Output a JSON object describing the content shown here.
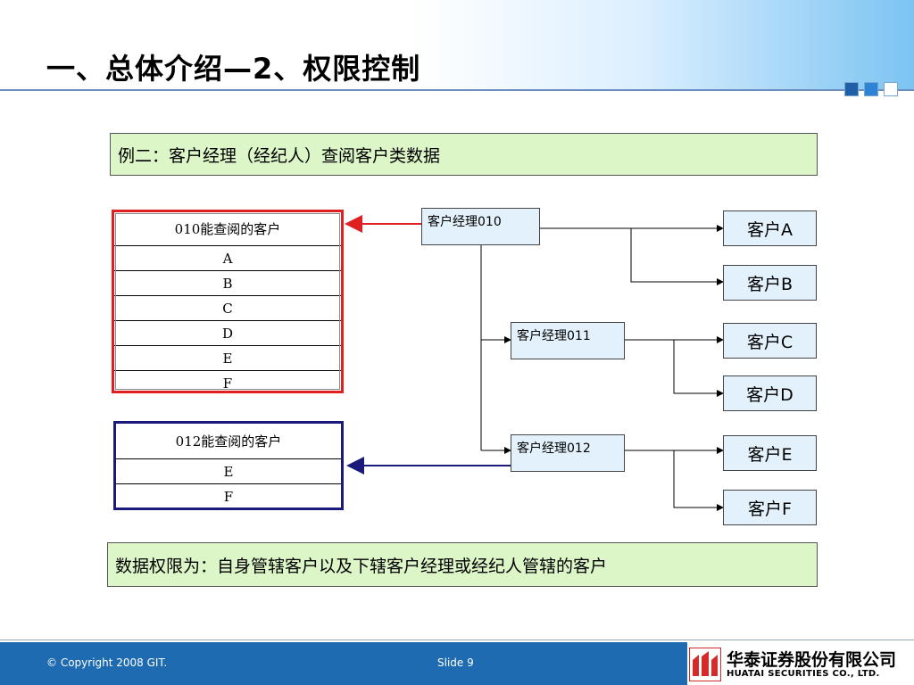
{
  "slide": {
    "title": "一、总体介绍—2、权限控制",
    "example_note": "例二：客户经理（经纪人）查阅客户类数据",
    "summary_note": "数据权限为：自身管辖客户以及下辖客户经理或经纪人管辖的客户"
  },
  "managers": {
    "m010": "客户经理010",
    "m011": "客户经理011",
    "m012": "客户经理012"
  },
  "customers": {
    "a": "客户A",
    "b": "客户B",
    "c": "客户C",
    "d": "客户D",
    "e": "客户E",
    "f": "客户F"
  },
  "list_010": {
    "header": "010能查阅的客户",
    "rows": [
      "A",
      "B",
      "C",
      "D",
      "E",
      "F"
    ]
  },
  "list_012": {
    "header": "012能查阅的客户",
    "rows": [
      "E",
      "F"
    ]
  },
  "footer": {
    "copyright": "© Copyright 2008 GIT.",
    "slide_number": "Slide 9",
    "company_cn": "华泰证券股份有限公司",
    "company_en": "HUATAI SECURITIES CO., LTD."
  },
  "colors": {
    "note_bg": "#ddf6c7",
    "box_bg": "#e2f1fb",
    "footer_bg": "#1e6bb1",
    "highlight_red": "#e02020",
    "highlight_navy": "#1a1a7a",
    "logo_red": "#d42a2a"
  }
}
